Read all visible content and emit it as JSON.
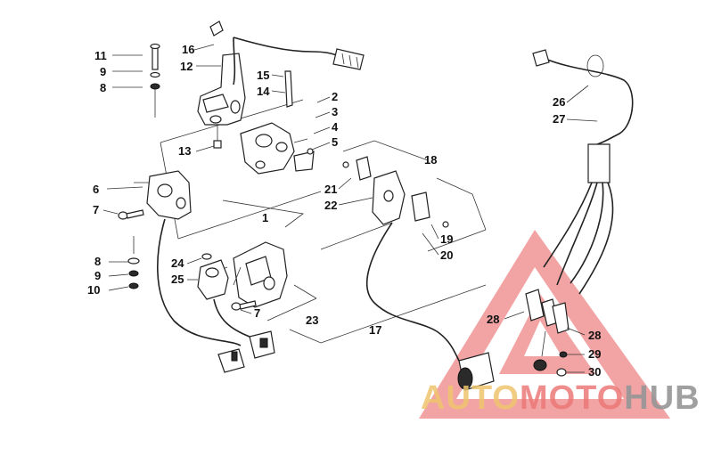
{
  "callouts": {
    "c1": "1",
    "c2": "2",
    "c3": "3",
    "c4": "4",
    "c5": "5",
    "c6": "6",
    "c7a": "7",
    "c7b": "7",
    "c8a": "8",
    "c8b": "8",
    "c9a": "9",
    "c9b": "9",
    "c10": "10",
    "c11": "11",
    "c12": "12",
    "c13": "13",
    "c14": "14",
    "c15": "15",
    "c16": "16",
    "c17": "17",
    "c18": "18",
    "c19": "19",
    "c20": "20",
    "c21": "21",
    "c22": "22",
    "c23": "23",
    "c24": "24",
    "c25": "25",
    "c26": "26",
    "c27": "27",
    "c28a": "28",
    "c28b": "28",
    "c29": "29",
    "c30": "30"
  },
  "watermark": {
    "part_a": "AUTO",
    "part_b": "MOTO",
    "part_c": "HUB",
    "triangle_color": "#e85a5a",
    "accent_color": "#eec46e",
    "gray_color": "#969696"
  }
}
